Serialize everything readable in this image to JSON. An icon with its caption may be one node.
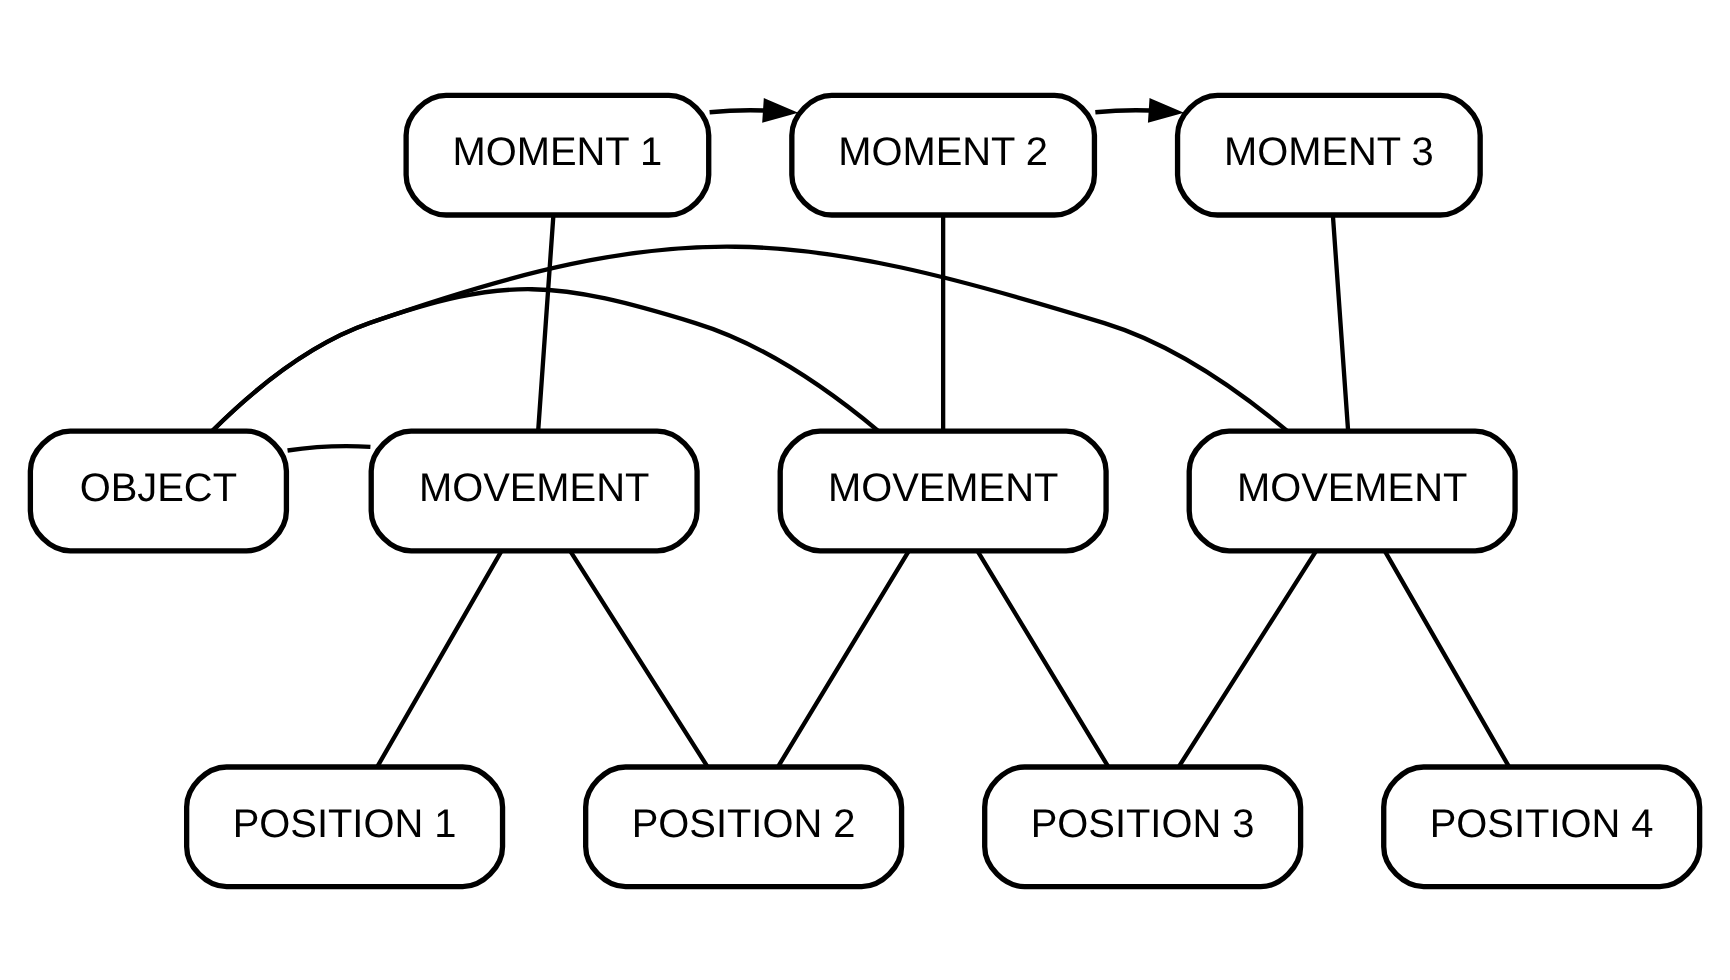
{
  "diagram": {
    "nodes": [
      {
        "text": [
          "MOMENT 1"
        ]
      },
      {
        "text": [
          "MOMENT 2"
        ]
      },
      {
        "text": [
          "MOMENT 3"
        ]
      },
      {
        "text": [
          "OBJECT"
        ]
      },
      {
        "text": [
          "MOVEMENT"
        ]
      },
      {
        "text": [
          "MOVEMENT"
        ]
      },
      {
        "text": [
          "MOVEMENT"
        ]
      },
      {
        "text": [
          "POSITION 1"
        ]
      },
      {
        "text": [
          "POSITION 2"
        ]
      },
      {
        "text": [
          "POSITION 3"
        ]
      },
      {
        "text": [
          "POSITION 4"
        ]
      }
    ],
    "edges": [
      {
        "from": 0,
        "to": 1,
        "arrow": "to"
      },
      {
        "from": 1,
        "to": 2,
        "arrow": "to"
      },
      {
        "from": 0,
        "to": 4,
        "arrow": "none"
      },
      {
        "from": 1,
        "to": 5,
        "arrow": "none"
      },
      {
        "from": 2,
        "to": 6,
        "arrow": "none"
      },
      {
        "from": 3,
        "to": 4,
        "arrow": "none"
      },
      {
        "from": 3,
        "to": 5,
        "arrow": "none"
      },
      {
        "from": 3,
        "to": 6,
        "arrow": "none"
      },
      {
        "from": 4,
        "to": 7,
        "arrow": "none"
      },
      {
        "from": 4,
        "to": 8,
        "arrow": "none"
      },
      {
        "from": 5,
        "to": 8,
        "arrow": "none"
      },
      {
        "from": 5,
        "to": 9,
        "arrow": "none"
      },
      {
        "from": 6,
        "to": 9,
        "arrow": "none"
      },
      {
        "from": 6,
        "to": 10,
        "arrow": "none"
      }
    ]
  }
}
